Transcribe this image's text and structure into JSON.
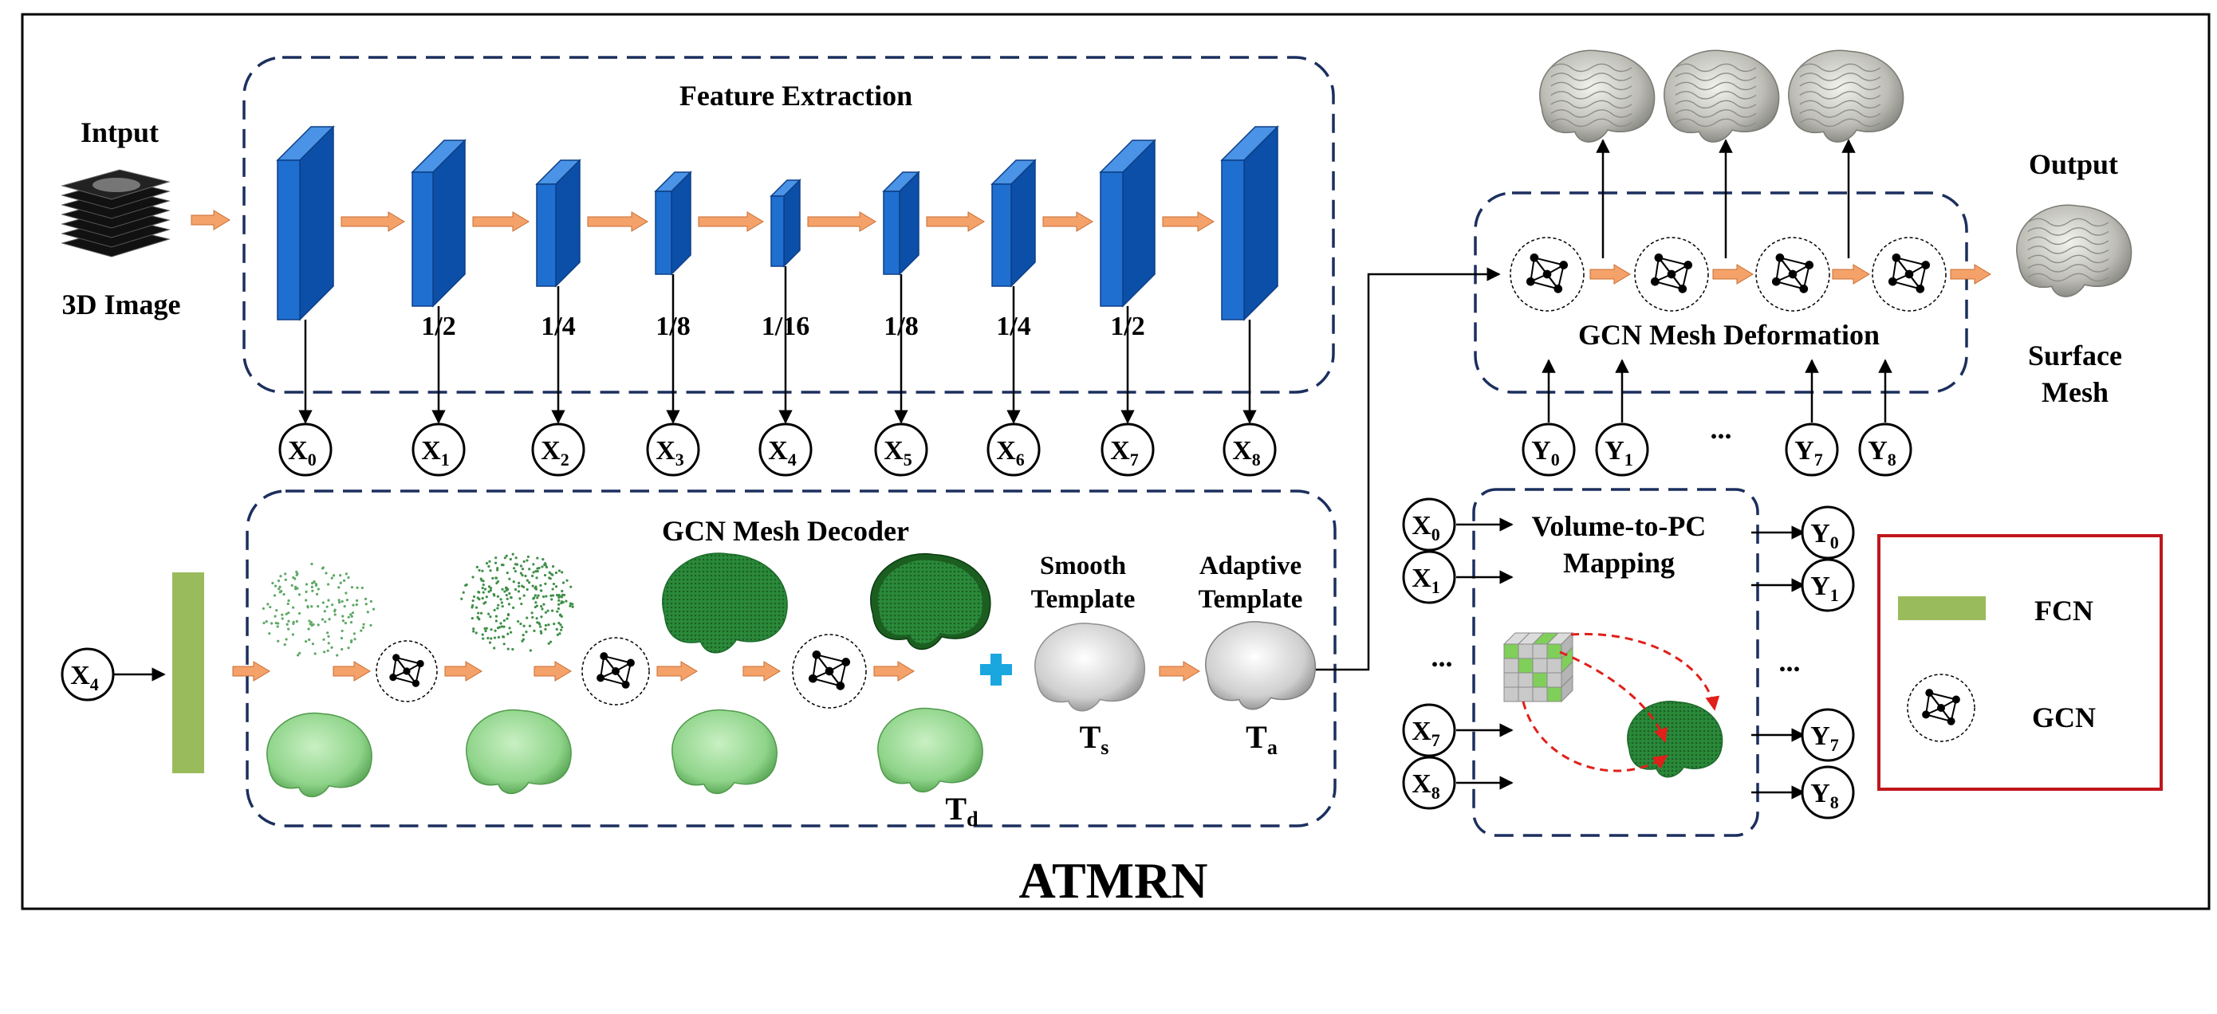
{
  "title": "ATMRN",
  "input": {
    "label_top": "Intput",
    "label_bottom": "3D Image"
  },
  "feature_extraction": {
    "title": "Feature Extraction",
    "scales": [
      "",
      "1/2",
      "1/4",
      "1/8",
      "1/16",
      "1/8",
      "1/4",
      "1/2",
      ""
    ]
  },
  "x_nodes": [
    {
      "base": "X",
      "sub": "0"
    },
    {
      "base": "X",
      "sub": "1"
    },
    {
      "base": "X",
      "sub": "2"
    },
    {
      "base": "X",
      "sub": "3"
    },
    {
      "base": "X",
      "sub": "4"
    },
    {
      "base": "X",
      "sub": "5"
    },
    {
      "base": "X",
      "sub": "6"
    },
    {
      "base": "X",
      "sub": "7"
    },
    {
      "base": "X",
      "sub": "8"
    }
  ],
  "decoder": {
    "title": "GCN Mesh Decoder",
    "input_node": {
      "base": "X",
      "sub": "4"
    },
    "smooth_template": {
      "line1": "Smooth",
      "line2": "Template",
      "symbol": "T",
      "sub": "s"
    },
    "adaptive_template": {
      "line1": "Adaptive",
      "line2": "Template",
      "symbol": "T",
      "sub": "a"
    },
    "decoder_template": {
      "symbol": "T",
      "sub": "d"
    }
  },
  "deformation": {
    "title": "GCN Mesh Deformation",
    "y_inputs": [
      {
        "base": "Y",
        "sub": "0"
      },
      {
        "base": "Y",
        "sub": "1"
      },
      {
        "base": "Y",
        "sub": "7"
      },
      {
        "base": "Y",
        "sub": "8"
      }
    ],
    "ellipsis": "..."
  },
  "output": {
    "label_top": "Output",
    "label_bottom_1": "Surface",
    "label_bottom_2": "Mesh"
  },
  "mapping": {
    "title_1": "Volume-to-PC",
    "title_2": "Mapping",
    "inputs": [
      {
        "base": "X",
        "sub": "0"
      },
      {
        "base": "X",
        "sub": "1"
      },
      {
        "base": "X",
        "sub": "7"
      },
      {
        "base": "X",
        "sub": "8"
      }
    ],
    "outputs": [
      {
        "base": "Y",
        "sub": "0"
      },
      {
        "base": "Y",
        "sub": "1"
      },
      {
        "base": "Y",
        "sub": "7"
      },
      {
        "base": "Y",
        "sub": "8"
      }
    ],
    "ellipsis": "..."
  },
  "legend": {
    "fcn": "FCN",
    "gcn": "GCN"
  },
  "colors": {
    "block": "#1f6fd1",
    "block_dark": "#0b4fa8",
    "arrow": "#f4a26a",
    "fcn": "#9abb5c",
    "dash_border": "#1c2f5e",
    "legend_border": "#c0161d",
    "plus": "#1aa7e0",
    "green": "#2e8b3e",
    "light_green": "#9fd89a"
  }
}
